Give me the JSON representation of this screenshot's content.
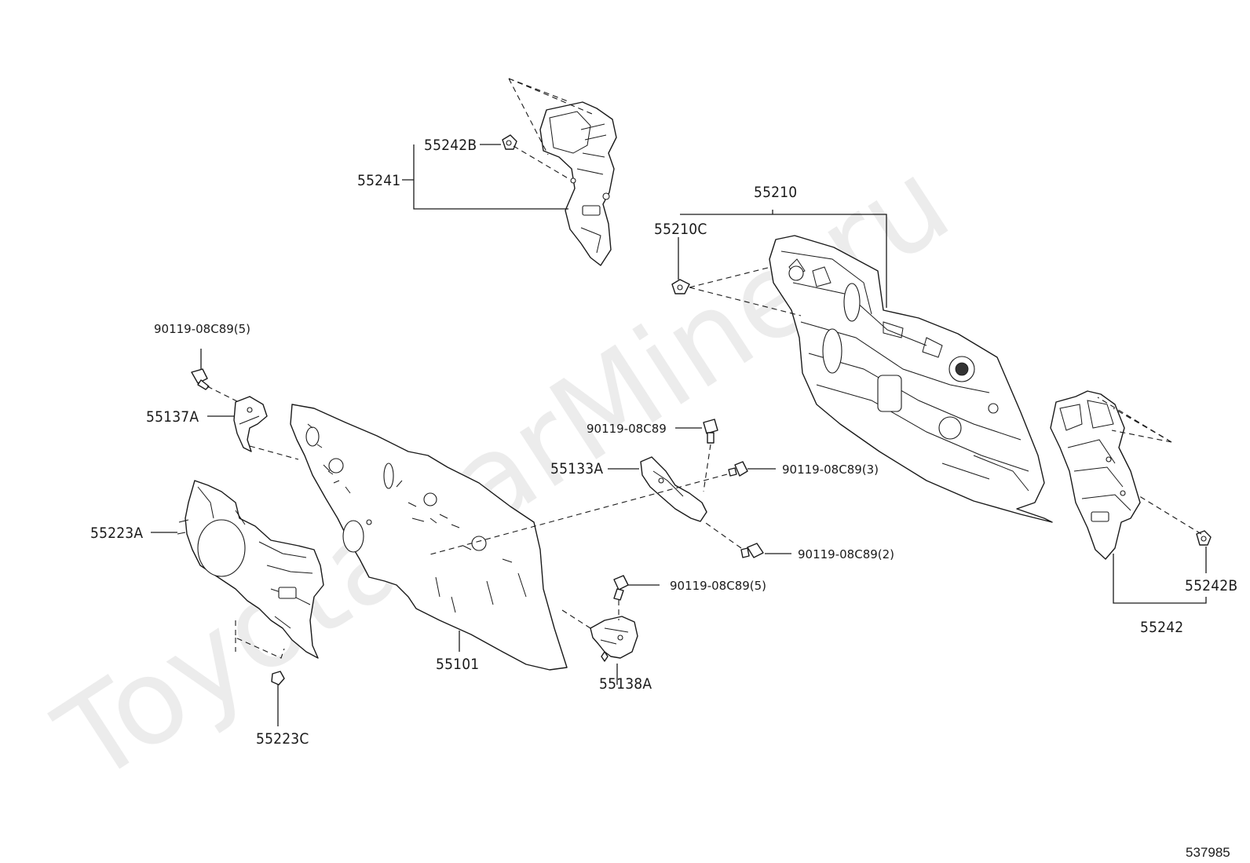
{
  "watermark": "ToyotaCarMine.ru",
  "reference_number": "537985",
  "labels": {
    "p55242B_top": "55242B",
    "p55241": "55241",
    "p55210": "55210",
    "p55210C": "55210C",
    "bolt_90119_5_top": "90119-08C89(5)",
    "p55137A": "55137A",
    "bolt_90119_single": "90119-08C89",
    "p55133A": "55133A",
    "bolt_90119_3": "90119-08C89(3)",
    "p55223A": "55223A",
    "bolt_90119_2": "90119-08C89(2)",
    "bolt_90119_5_low": "90119-08C89(5)",
    "p55101": "55101",
    "p55138A": "55138A",
    "p55223C": "55223C",
    "p55242B_right": "55242B",
    "p55242": "55242"
  }
}
